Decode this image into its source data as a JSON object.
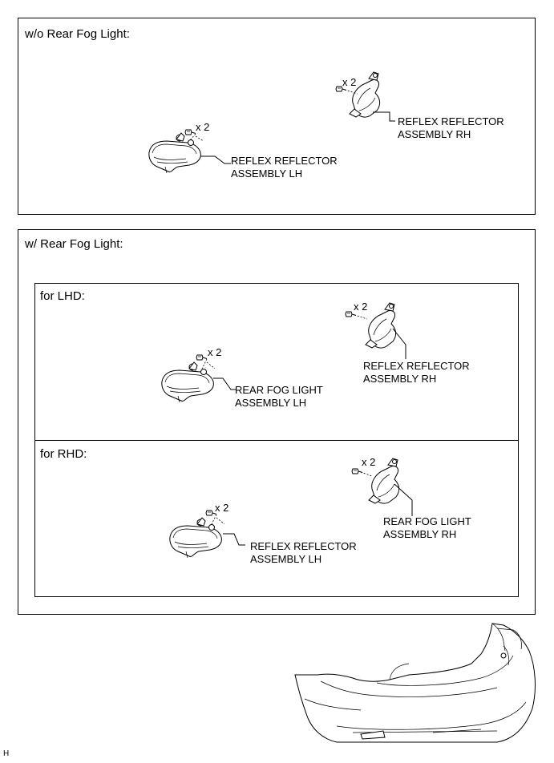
{
  "panels": {
    "without_fog": {
      "title": "w/o Rear Fog Light:",
      "rh": {
        "qty": "x 2",
        "label_line1": "REFLEX REFLECTOR",
        "label_line2": "ASSEMBLY RH"
      },
      "lh": {
        "qty": "x 2",
        "label_line1": "REFLEX REFLECTOR",
        "label_line2": "ASSEMBLY LH"
      }
    },
    "with_fog": {
      "title": "w/ Rear Fog Light:",
      "lhd": {
        "title": "for LHD:",
        "rh": {
          "qty": "x 2",
          "label_line1": "REFLEX REFLECTOR",
          "label_line2": "ASSEMBLY RH"
        },
        "lh": {
          "qty": "x 2",
          "label_line1": "REAR FOG LIGHT",
          "label_line2": "ASSEMBLY LH"
        }
      },
      "rhd": {
        "title": "for RHD:",
        "rh": {
          "qty": "x 2",
          "label_line1": "REAR FOG LIGHT",
          "label_line2": "ASSEMBLY RH"
        },
        "lh": {
          "qty": "x 2",
          "label_line1": "REFLEX REFLECTOR",
          "label_line2": "ASSEMBLY LH"
        }
      }
    }
  },
  "corner_mark": "H"
}
